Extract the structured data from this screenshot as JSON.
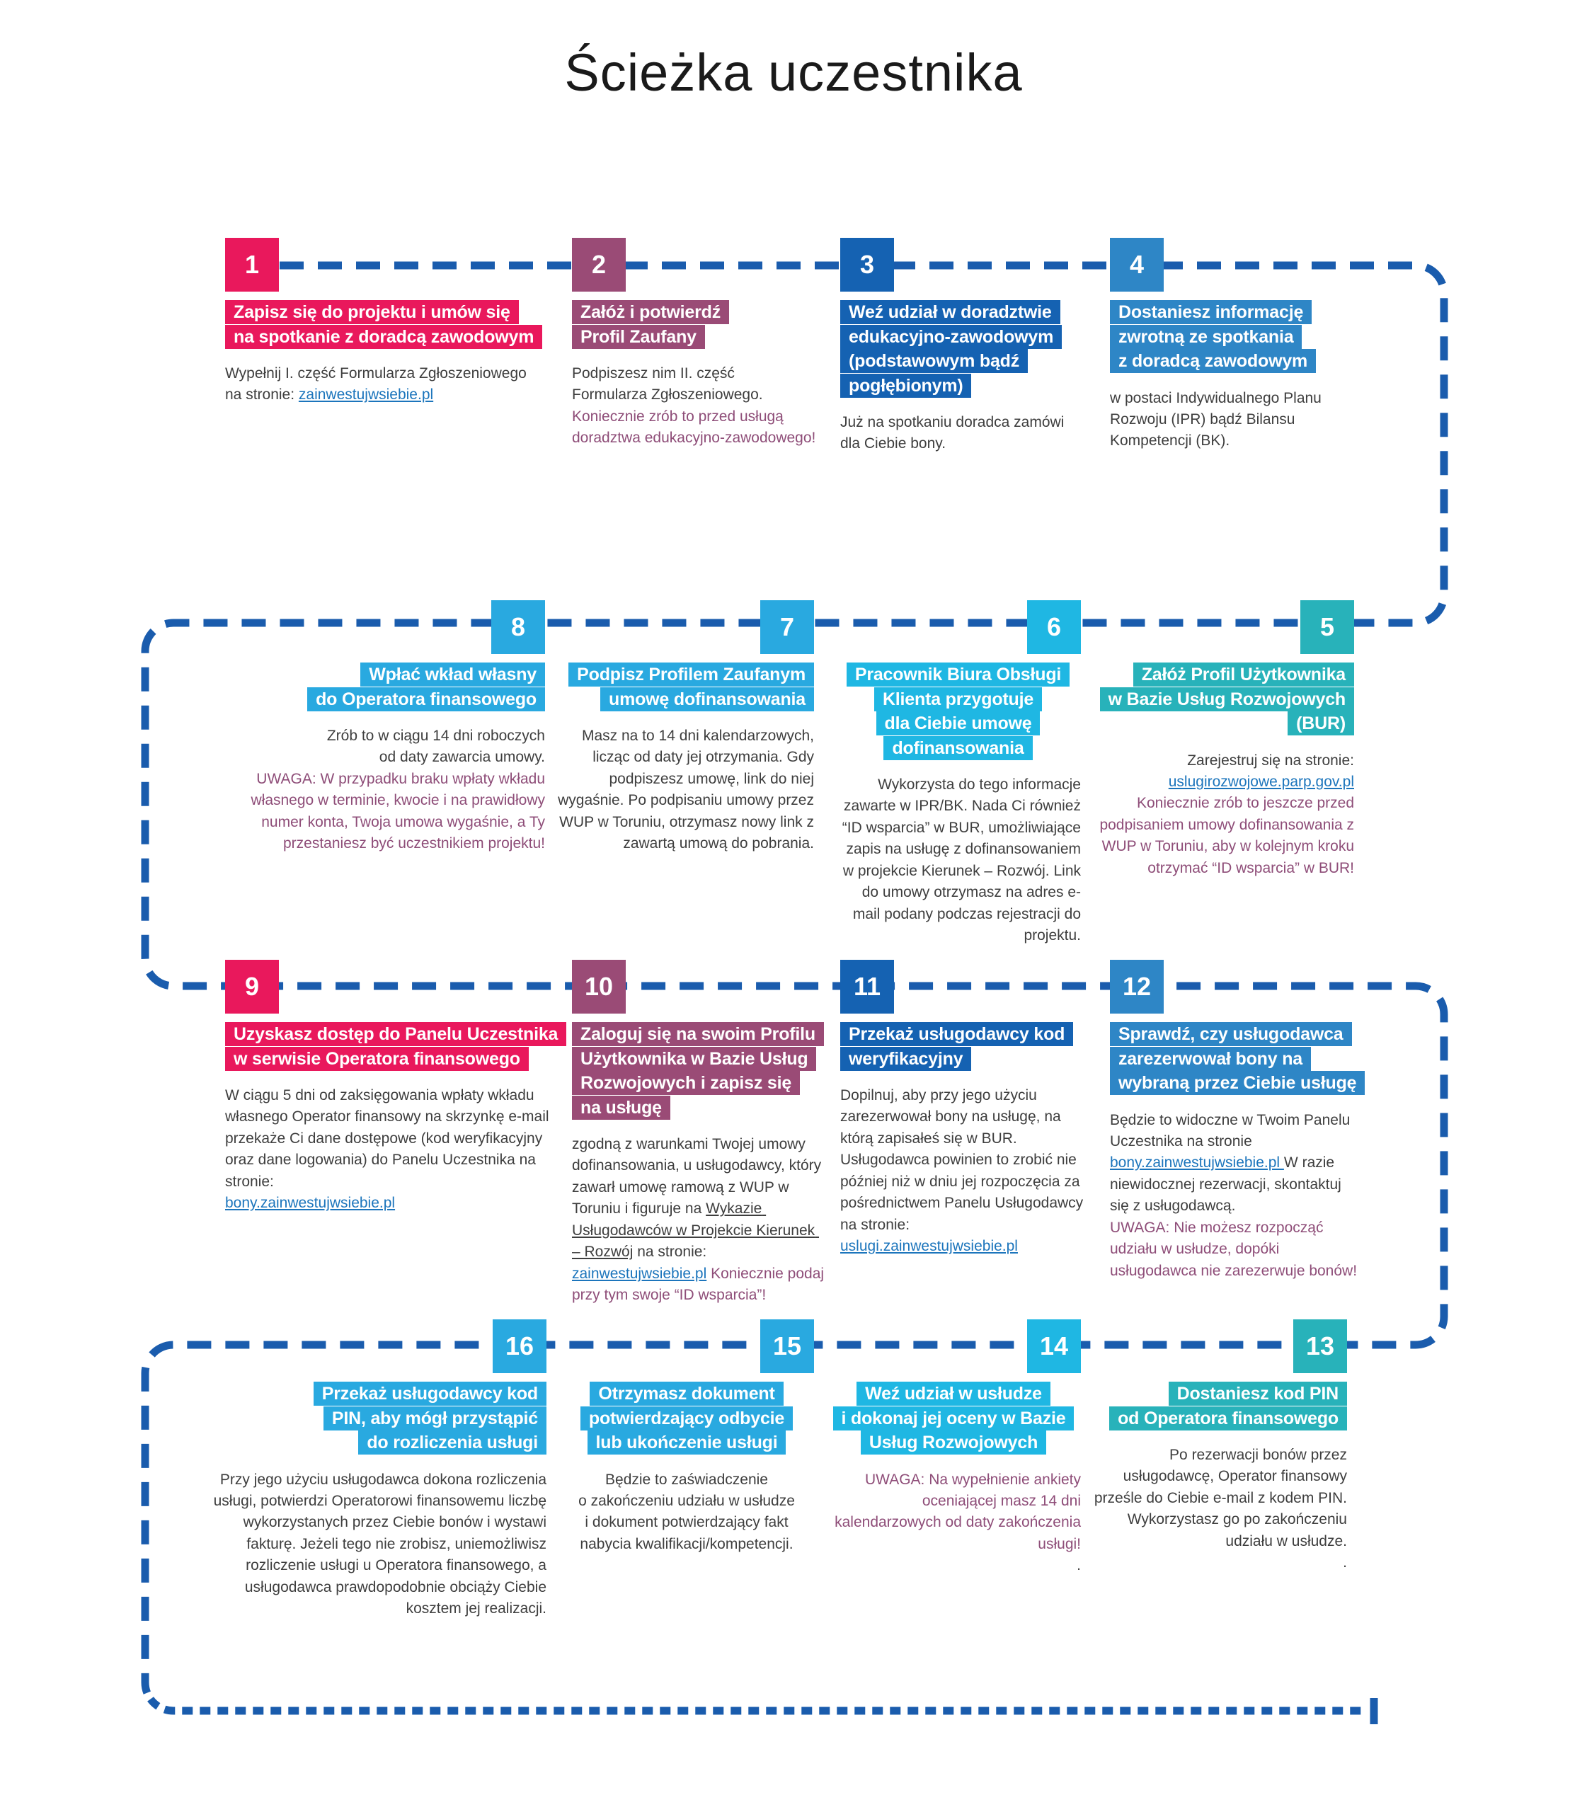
{
  "title": "Ścieżka uczestnika",
  "connector": {
    "color": "#1a5cad"
  },
  "palette": {
    "pink": "#e9185c",
    "purple": "#9a4b76",
    "dark_blue": "#1562b2",
    "medium_blue": "#2e86c6",
    "teal": "#28b2ba",
    "cyan": "#1fb7e3",
    "light_blue": "#29a9e0",
    "link_blue": "#1c75bc",
    "warning_purple": "#8e4d78",
    "body_text": "#3e3e3e"
  },
  "steps": [
    {
      "number": "1",
      "color": "#e9185c",
      "header": "Zapisz się do projektu i umów się\nna spotkanie z doradcą zawodowym",
      "body": [
        {
          "t": "Wypełnij I. część Formularza Zgłoszeniowego\nna stronie: ",
          "s": "n"
        },
        {
          "t": "zainwestujwsiebie.pl",
          "s": "l"
        }
      ]
    },
    {
      "number": "2",
      "color": "#9a4b76",
      "header": "Załóż i potwierdź\nProfil Zaufany",
      "body": [
        {
          "t": "Podpiszesz nim II. część\nFormularza Zgłoszeniowego.\n",
          "s": "n"
        },
        {
          "t": "Koniecznie zrób to przed usługą doradztwa edukacyjno-zawodowego!",
          "s": "w"
        }
      ]
    },
    {
      "number": "3",
      "color": "#1562b2",
      "header": "Weź udział w doradztwie\nedukacyjno-zawodowym\n(podstawowym bądź\npogłębionym)",
      "body": [
        {
          "t": "Już na spotkaniu doradca zamówi\ndla Ciebie bony.",
          "s": "n"
        }
      ]
    },
    {
      "number": "4",
      "color": "#2e86c6",
      "header": "Dostaniesz informację\nzwrotną ze spotkania\nz doradcą zawodowym",
      "body": [
        {
          "t": "w postaci Indywidualnego Planu\nRozwoju (IPR) bądź Bilansu\nKompetencji (BK).",
          "s": "n"
        }
      ]
    },
    {
      "number": "5",
      "color": "#28b2ba",
      "header": "Załóż Profil Użytkownika\nw Bazie Usług Rozwojowych\n(BUR)",
      "body": [
        {
          "t": "Zarejestruj się na stronie:\n",
          "s": "n"
        },
        {
          "t": "uslugirozwojowe.parp.gov.pl",
          "s": "l"
        },
        {
          "t": "\n",
          "s": "n"
        },
        {
          "t": "Koniecznie zrób to jeszcze przed podpisaniem umowy dofinansowania z WUP w Toruniu, aby w kolejnym kroku otrzymać “ID wsparcia” w BUR!",
          "s": "w"
        }
      ]
    },
    {
      "number": "6",
      "color": "#1fb7e3",
      "header": "Pracownik Biura Obsługi\nKlienta przygotuje\ndla Ciebie umowę\ndofinansowania",
      "body": [
        {
          "t": "Wykorzysta do tego informacje zawarte w IPR/BK. Nada Ci również “ID wsparcia” w BUR, umożliwiające zapis na usługę z dofinansowaniem w projekcie Kierunek – Rozwój. Link do umowy otrzymasz na adres e-mail podany podczas rejestracji do projektu.",
          "s": "n"
        }
      ]
    },
    {
      "number": "7",
      "color": "#29a9e0",
      "header": "Podpisz Profilem Zaufanym\numowę dofinansowania",
      "body": [
        {
          "t": "Masz na to 14 dni kalendarzowych, licząc od daty jej otrzymania. Gdy podpiszesz umowę, link do niej wygaśnie. Po podpisaniu umowy przez WUP w Toruniu, otrzymasz nowy link z zawartą umową do pobrania.",
          "s": "n"
        }
      ]
    },
    {
      "number": "8",
      "color": "#29a9e0",
      "header": "Wpłać wkład własny\ndo Operatora finansowego",
      "body": [
        {
          "t": "Zrób to w ciągu 14 dni roboczych\nod daty zawarcia umowy.\n",
          "s": "n"
        },
        {
          "t": "UWAGA: W przypadku braku wpłaty wkładu własnego w terminie, kwocie i na prawidłowy numer konta, Twoja umowa wygaśnie, a Ty przestaniesz być uczestnikiem projektu!",
          "s": "w"
        }
      ]
    },
    {
      "number": "9",
      "color": "#e9185c",
      "header": "Uzyskasz dostęp do Panelu Uczestnika\nw serwisie Operatora finansowego",
      "body": [
        {
          "t": "W ciągu 5 dni od zaksięgowania wpłaty wkładu własnego Operator finansowy na skrzynkę e-mail przekaże Ci dane dostępowe (kod weryfikacyjny oraz dane logowania) do Panelu Uczestnika na stronie:\n",
          "s": "n"
        },
        {
          "t": "bony.zainwestujwsiebie.pl",
          "s": "l"
        }
      ]
    },
    {
      "number": "10",
      "color": "#9a4b76",
      "header": "Zaloguj się na swoim Profilu\nUżytkownika w Bazie Usług\nRozwojowych i zapisz się\nna usługę",
      "body": [
        {
          "t": "zgodną z warunkami Twojej umowy dofinansowania, u usługodawcy, który zawarł umowę ramową z WUP w Toruniu i figuruje na ",
          "s": "n"
        },
        {
          "t": "Wykazie Usługodawców w Projekcie Kierunek – Rozwój",
          "s": "u"
        },
        {
          "t": " na stronie:\n",
          "s": "n"
        },
        {
          "t": "zainwestujwsiebie.pl",
          "s": "l"
        },
        {
          "t": " ",
          "s": "n"
        },
        {
          "t": "Koniecznie podaj przy tym swoje “ID wsparcia”!",
          "s": "w"
        }
      ]
    },
    {
      "number": "11",
      "color": "#1562b2",
      "header": "Przekaż usługodawcy kod\nweryfikacyjny",
      "body": [
        {
          "t": "Dopilnuj, aby przy jego użyciu zarezerwował bony na usługę, na którą zapisałeś się w BUR. Usługodawca powinien to zrobić nie później niż w dniu jej rozpoczęcia za pośrednictwem Panelu Usługodawcy na stronie:\n",
          "s": "n"
        },
        {
          "t": "uslugi.zainwestujwsiebie.pl",
          "s": "l"
        }
      ]
    },
    {
      "number": "12",
      "color": "#2e86c6",
      "header": "Sprawdź, czy usługodawca\nzarezerwował bony na\nwybraną przez Ciebie usługę",
      "body": [
        {
          "t": "Będzie to widoczne w Twoim Panelu Uczestnika na stronie\n",
          "s": "n"
        },
        {
          "t": "bony.zainwestujwsiebie.pl ",
          "s": "l"
        },
        {
          "t": "W razie niewidocznej rezerwacji, skontaktuj się z usługodawcą.\n",
          "s": "n"
        },
        {
          "t": "UWAGA: Nie możesz rozpocząć udziału w usłudze, dopóki usługodawca nie zarezerwuje bonów!",
          "s": "w"
        }
      ]
    },
    {
      "number": "13",
      "color": "#28b2ba",
      "header": "Dostaniesz kod PIN\nod Operatora finansowego",
      "body": [
        {
          "t": "Po rezerwacji bonów przez usługodawcę, Operator finansowy prześle do Ciebie e-mail z kodem PIN. Wykorzystasz go po zakończeniu udziału w usłudze.\n.",
          "s": "n"
        }
      ]
    },
    {
      "number": "14",
      "color": "#1fb7e3",
      "header": "Weź udział w usłudze\ni dokonaj jej oceny w Bazie\nUsług Rozwojowych",
      "body": [
        {
          "t": "UWAGA: Na wypełnienie ankiety oceniającej masz 14 dni kalendarzowych od daty zakończenia usługi!",
          "s": "w"
        },
        {
          "t": "\n.",
          "s": "n"
        }
      ]
    },
    {
      "number": "15",
      "color": "#29a9e0",
      "header": "Otrzymasz dokument\npotwierdzający odbycie\nlub ukończenie usługi",
      "body": [
        {
          "t": "Będzie to zaświadczenie\no zakończeniu udziału w usłudze\ni dokument potwierdzający fakt\nnabycia kwalifikacji/kompetencji.",
          "s": "n"
        }
      ]
    },
    {
      "number": "16",
      "color": "#29a9e0",
      "header": "Przekaż usługodawcy kod\nPIN, aby mógł przystąpić\ndo rozliczenia usługi",
      "body": [
        {
          "t": "Przy jego użyciu usługodawca dokona rozliczenia usługi, potwierdzi Operatorowi finansowemu liczbę wykorzystanych przez Ciebie bonów i wystawi fakturę. Jeżeli tego nie zrobisz, uniemożliwisz rozliczenie usługi u Operatora finansowego, a usługodawca prawdopodobnie obciąży Ciebie kosztem jej realizacji.",
          "s": "n"
        }
      ]
    }
  ]
}
